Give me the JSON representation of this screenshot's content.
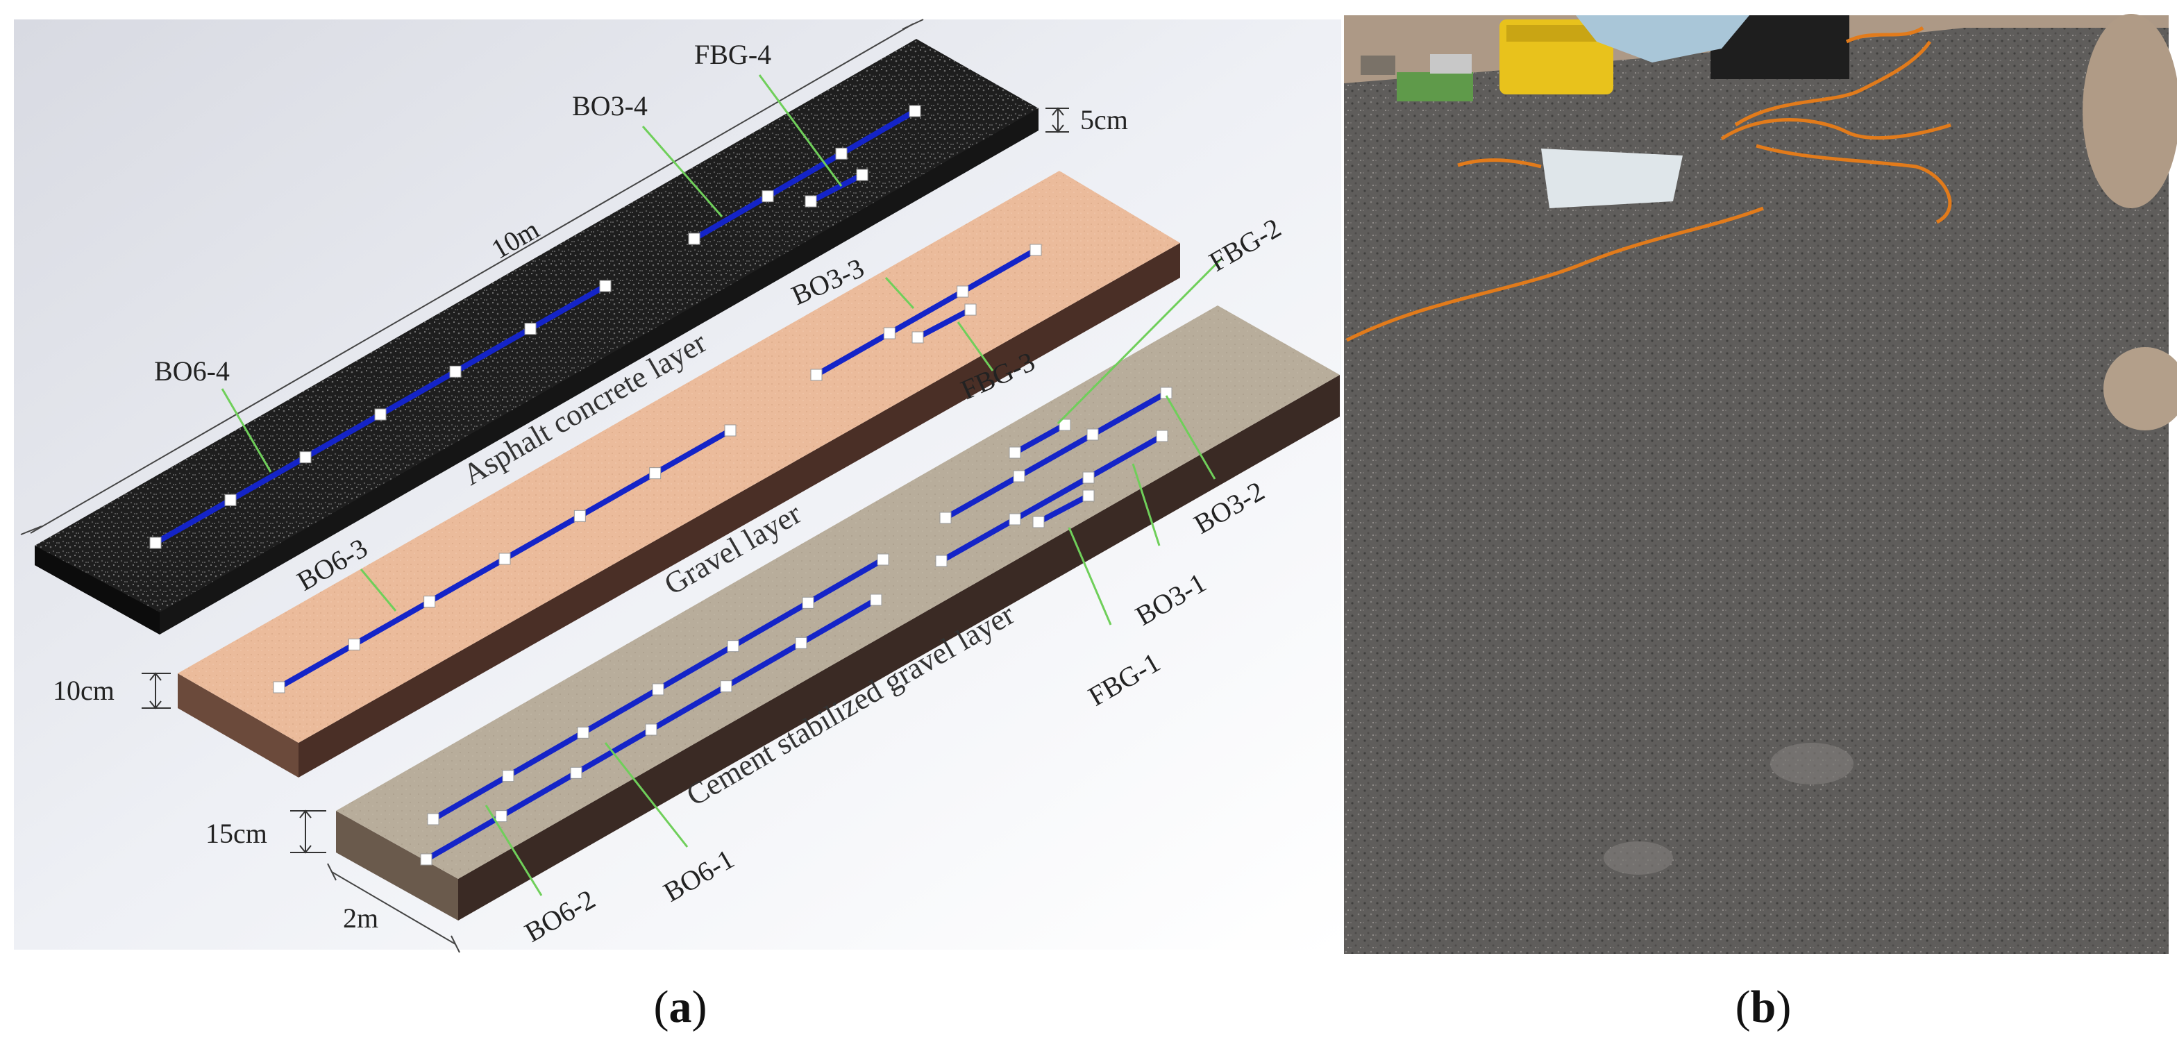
{
  "panels": {
    "a": {
      "caption_open": "(",
      "caption_letter": "a",
      "caption_close": ")"
    },
    "b": {
      "caption_open": "(",
      "caption_letter": "b",
      "caption_close": ")"
    }
  },
  "layers": {
    "asphalt": {
      "name": "Asphalt concrete layer",
      "thickness": "5cm",
      "length": "10m"
    },
    "gravel": {
      "name": "Gravel layer",
      "thickness": "10cm"
    },
    "cement": {
      "name": "Cement stabilized gravel layer",
      "thickness": "15cm",
      "width": "2m"
    }
  },
  "sensors": {
    "bo6_4": "BO6-4",
    "bo3_4": "BO3-4",
    "fbg_4": "FBG-4",
    "bo6_3": "BO6-3",
    "bo3_3": "BO3-3",
    "fbg_3": "FBG-3",
    "fbg_2": "FBG-2",
    "bo3_2": "BO3-2",
    "bo3_1": "BO3-1",
    "fbg_1": "FBG-1",
    "bo6_2": "BO6-2",
    "bo6_1": "BO6-1"
  },
  "colors": {
    "asphalt": "#1f1f1f",
    "gravel_top": "#eab998",
    "gravel_side": "#4a2f26",
    "cement_top": "#b5aa98",
    "cement_side": "#3a2a24",
    "fiber": "#1424c8",
    "leader": "#66cc55"
  }
}
